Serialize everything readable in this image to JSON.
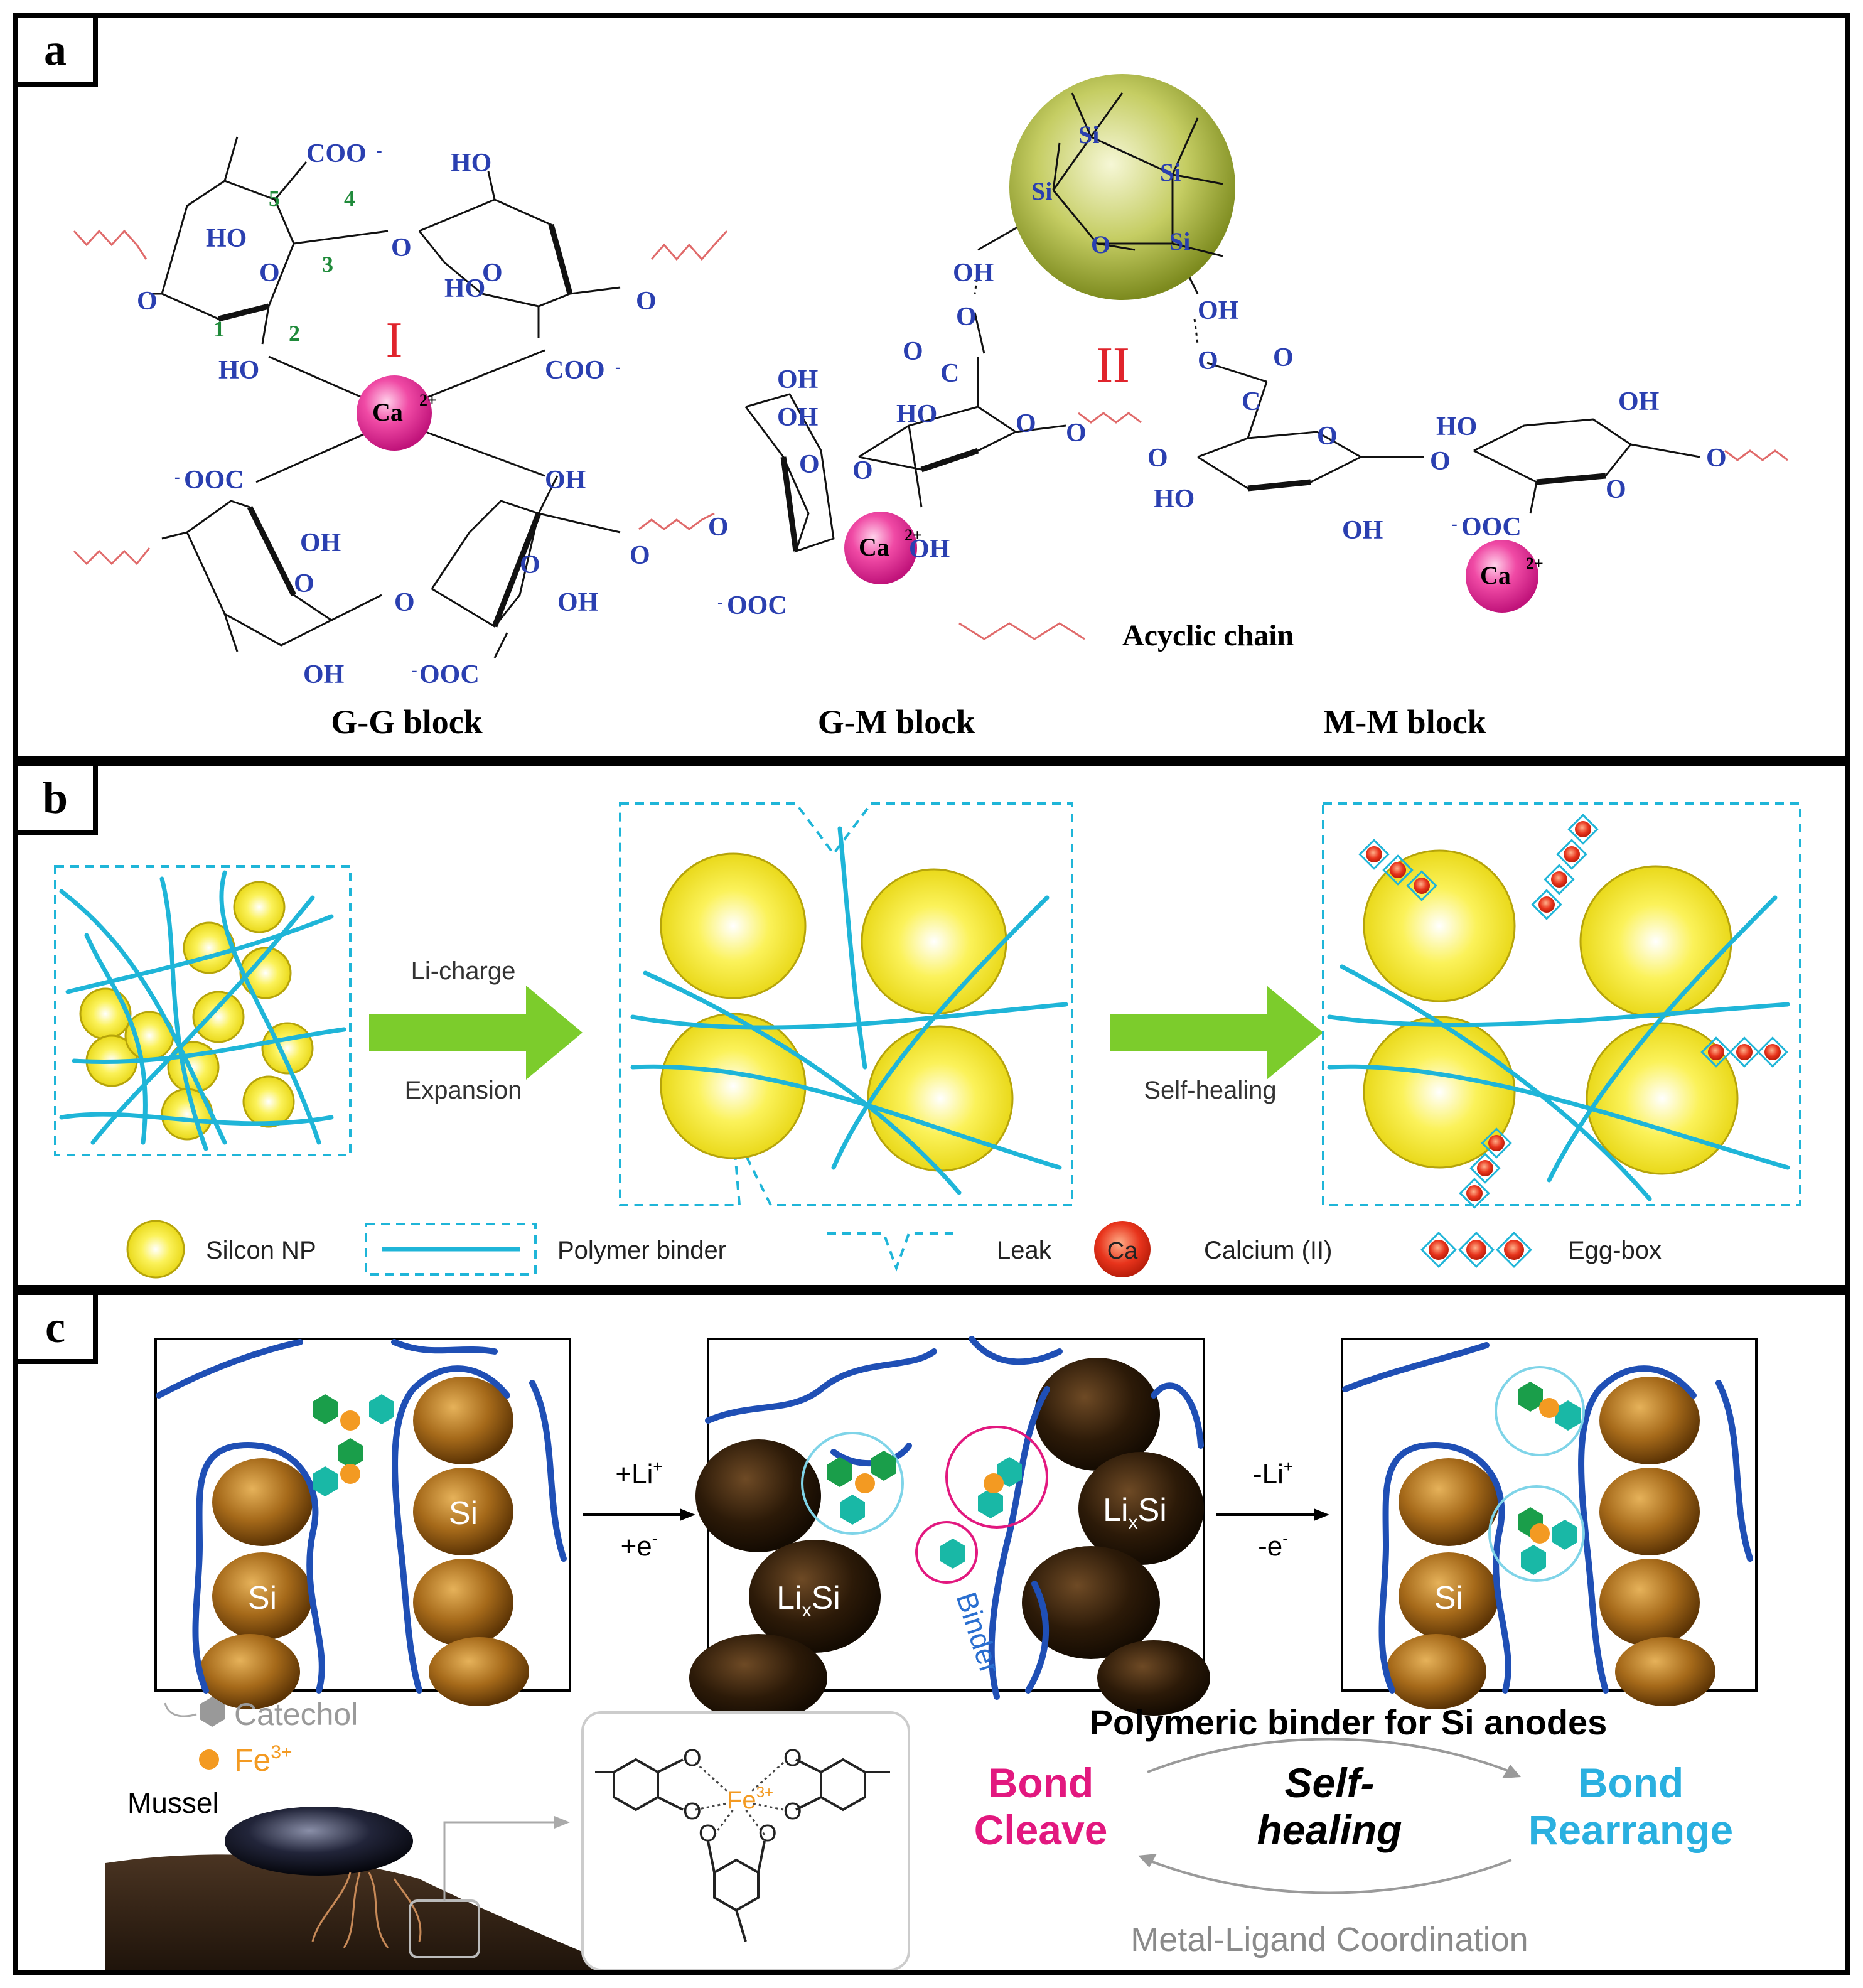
{
  "panel_a": {
    "tag": "a",
    "roman_1": "I",
    "roman_2": "II",
    "labels": {
      "coo": "COO",
      "ooc": "OOC",
      "ho": "HO",
      "oh": "OH",
      "o": "O",
      "si": "Si",
      "ca": "Ca",
      "n1": "1",
      "n2": "2",
      "n3": "3",
      "n4": "4",
      "n5": "5"
    },
    "acyclic": "Acyclic chain",
    "block_gg": "G-G block",
    "block_gm": "G-M block",
    "block_mm": "M-M block"
  },
  "panel_b": {
    "tag": "b",
    "arrow1_top": "Li-charge",
    "arrow1_bottom": "Expansion",
    "arrow2": "Self-healing",
    "legend": {
      "np": "Silcon NP",
      "binder": "Polymer binder",
      "leak": "Leak",
      "ca_symbol": "Ca",
      "calcium": "Calcium (II)",
      "eggbox": "Egg-box"
    }
  },
  "panel_c": {
    "tag": "c",
    "si": "Si",
    "lixsi_main": "Li",
    "lixsi_sub": "x",
    "lixsi_end": "Si",
    "binder": "Binder",
    "arrow1_top": "+Li",
    "arrow1_bottom": "+e",
    "arrow2_top": "-Li",
    "arrow2_bottom": "-e",
    "catechol": "Catechol",
    "fe": "Fe",
    "mussel": "Mussel",
    "title": "Polymeric binder for Si anodes",
    "bond_cleave_1": "Bond",
    "bond_cleave_2": "Cleave",
    "self_healing_1": "Self-",
    "self_healing_2": "healing",
    "bond_rearrange_1": "Bond",
    "bond_rearrange_2": "Rearrange",
    "footer": "Metal-Ligand Coordination"
  },
  "colors": {
    "blue_text": "#2a3fb0",
    "cyan": "#1fb5d8",
    "yellow": "#f4e21a",
    "green_arrow": "#7ccc2c",
    "pink": "#e2187f",
    "ca_pink": "#e0298f",
    "bronze": "#a66a1a",
    "dark_particle": "#2c1a08",
    "binder_blue": "#1f4fb5"
  }
}
